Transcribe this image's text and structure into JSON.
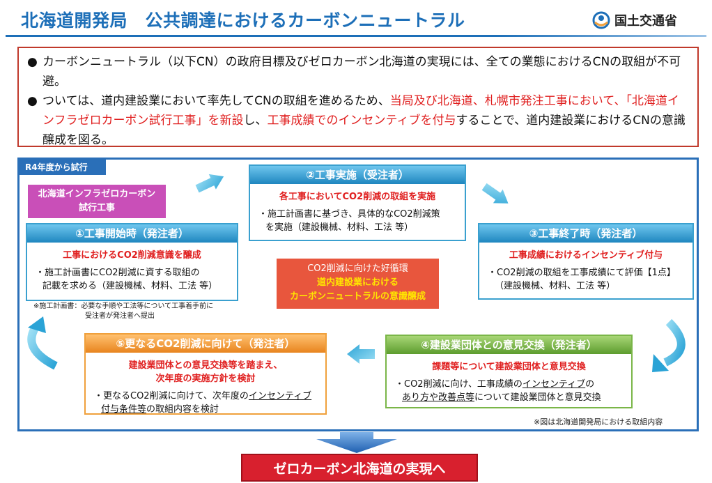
{
  "header": {
    "title": "北海道開発局　公共調達におけるカーボンニュートラル",
    "ministry": "国土交通省"
  },
  "summary": {
    "bullet": "●",
    "p1": "カーボンニュートラル（以下CN）の政府目標及びゼロカーボン北海道の実現には、全ての業態におけるCNの取組が不可避。",
    "p2_a": "ついては、道内建設業において率先してCNの取組を進めるため、",
    "p2_b": "当局及び北海道、札幌市発注工事において、「北海道インフラゼロカーボン試行工事」を新設",
    "p2_c": "し、",
    "p2_d": "工事成績でのインセンティブを付与",
    "p2_e": "することで、道内建設業におけるCNの意識醸成を図る。"
  },
  "trial_tag": "R4年度から試行",
  "pink_box": {
    "line1": "北海道インフラゼロカーボン",
    "line2": "試行工事"
  },
  "steps": {
    "s1": {
      "title": "①工事開始時（発注者）",
      "red": "工事におけるCO2削減意識を醸成",
      "body1": "・施工計画書にCO2削減に資する取組の",
      "body2": "記載を求める（建設機械、材料、工法 等）"
    },
    "s2": {
      "title": "②工事実施（受注者）",
      "red": "各工事においてCO2削減の取組を実施",
      "body1": "・施工計画書に基づき、具体的なCO2削減策",
      "body2": "を実施（建設機械、材料、工法 等）"
    },
    "s3": {
      "title": "③工事終了時（発注者）",
      "red": "工事成績におけるインセンティブ付与",
      "body1": "・CO2削減の取組を工事成績にて評価【1点】",
      "body2": "（建設機械、材料、工法 等）"
    },
    "s4": {
      "title": "④建設業団体との意見交換（発注者）",
      "red": "課題等について建設業団体と意見交換",
      "body1_a": "・CO2削減に向け、工事成績の",
      "body1_u": "インセンティブ",
      "body1_b": "の",
      "body2_u": "あり方や改善点等",
      "body2_b": "について建設業団体と意見交換"
    },
    "s5": {
      "title": "⑤更なるCO2削減に向けて（発注者）",
      "red1": "建設業団体との意見交換等を踏まえ、",
      "red2": "次年度の実施方針を検討",
      "body1_a": "・更なるCO2削減に向けて、次年度の",
      "body1_u": "インセンティブ",
      "body2_u": "付与条件等",
      "body2_b": "の取組内容を検討"
    }
  },
  "center_box": {
    "line1": "CO2削減に向けた好循環",
    "line2": "道内建設業における",
    "line3": "カーボンニュートラルの意識醸成"
  },
  "note_plan": {
    "line1": "※施工計画書：必要な手順や工法等について工事着手前に",
    "line2": "受注者が発注者へ提出"
  },
  "note_fig": "※図は北海道開発局における取組内容",
  "final": "ゼロカーボン北海道の実現へ",
  "colors": {
    "title_blue": "#1d6fb8",
    "emphasis_red": "#e02020",
    "frame_blue": "#2a6fb8",
    "step_blue": "#3aa0cf",
    "step_green": "#7ab648",
    "step_orange": "#f0a03c",
    "pink": "#c94fb8",
    "center_red": "#e8563d",
    "final_red": "#d8202e"
  },
  "icons": [
    "mlit-logo-icon",
    "arrow-right-up-icon",
    "arrow-right-down-icon",
    "curved-arrow-down-icon",
    "arrow-left-icon",
    "curved-arrow-up-icon",
    "arrow-down-icon"
  ]
}
